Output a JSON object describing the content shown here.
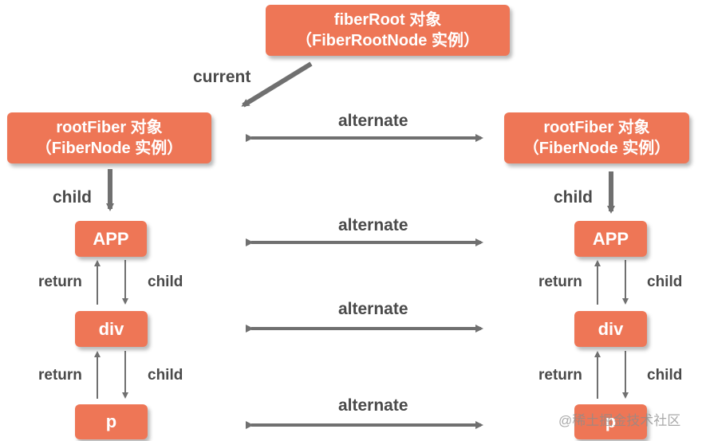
{
  "fiber_root": {
    "line1": "fiberRoot 对象",
    "line2": "（FiberRootNode 实例）"
  },
  "current_label": "current",
  "left_tree": {
    "root_line1": "rootFiber 对象",
    "root_line2": "（FiberNode 实例）",
    "child_label": "child",
    "nodes": [
      "APP",
      "div",
      "p"
    ],
    "return_label": "return",
    "child_edge_label": "child"
  },
  "right_tree": {
    "root_line1": "rootFiber 对象",
    "root_line2": "（FiberNode 实例）",
    "child_label": "child",
    "nodes": [
      "APP",
      "div",
      "p"
    ],
    "return_label": "return",
    "child_edge_label": "child"
  },
  "alternate_label": "alternate",
  "watermark": "@稀土掘金技术社区",
  "colors": {
    "box_fill": "#ee7656",
    "arrow": "#707070",
    "text": "#4a4a4a"
  }
}
